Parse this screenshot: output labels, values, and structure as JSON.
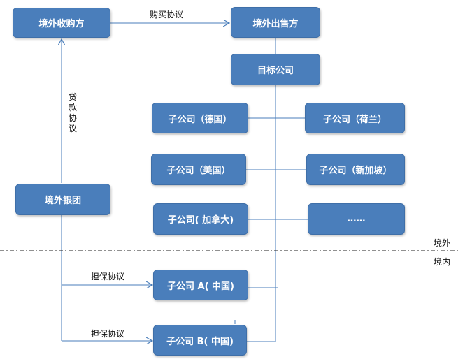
{
  "nodes": {
    "overseas_buyer": "境外收购方",
    "overseas_seller": "境外出售方",
    "target_company": "目标公司",
    "sub_germany": "子公司（德国）",
    "sub_netherlands": "子公司（荷兰）",
    "sub_usa": "子公司（美国）",
    "sub_singapore": "子公司（新加坡）",
    "sub_canada": "子公司( 加拿大)",
    "sub_more": "……",
    "overseas_bank_group": "境外银团",
    "sub_a_china": "子公司 A( 中国)",
    "sub_b_china": "子公司 B( 中国)"
  },
  "edges": {
    "purchase_agreement": "购买协议",
    "loan_agreement": [
      "贷",
      "款",
      "协",
      "议"
    ],
    "guarantee_agreement_a": "担保协议",
    "guarantee_agreement_b": "担保协议"
  },
  "regions": {
    "overseas": "境外",
    "domestic": "境内"
  },
  "colors": {
    "box_fill": "#4a7ebb",
    "line": "#4a7ebb"
  }
}
